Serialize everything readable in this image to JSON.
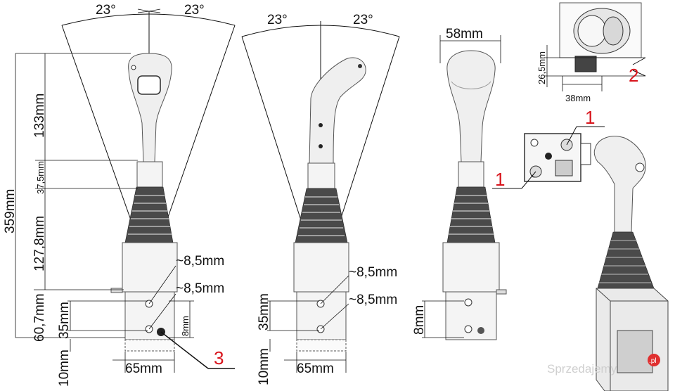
{
  "front_view": {
    "angle_left": "23°",
    "angle_right": "23°",
    "total_height": "359mm",
    "grip_height": "133mm",
    "collar_height": "37,5mm",
    "boot_height": "127,8mm",
    "base_height": "60,7mm",
    "lower_height": "35mm",
    "bottom_height": "10mm",
    "pin_height": "8mm",
    "spacing_upper": "~8,5mm",
    "spacing_lower": "~8,5mm",
    "base_width": "65mm",
    "callout": "3"
  },
  "side_view": {
    "angle_left": "23°",
    "angle_right": "23°",
    "lower_height": "35mm",
    "bottom_height": "10mm",
    "spacing_upper": "~8,5mm",
    "spacing_lower": "~8,5mm",
    "base_width": "65mm"
  },
  "back_view": {
    "grip_width": "58mm",
    "pin_height": "8mm"
  },
  "top_detail": {
    "height": "26,5mm",
    "width": "38mm",
    "callout": "2"
  },
  "connector_detail": {
    "callout_top": "1",
    "callout_left": "1"
  },
  "watermark": {
    "text": "Sprzedajemy",
    "suffix": ".pl"
  }
}
